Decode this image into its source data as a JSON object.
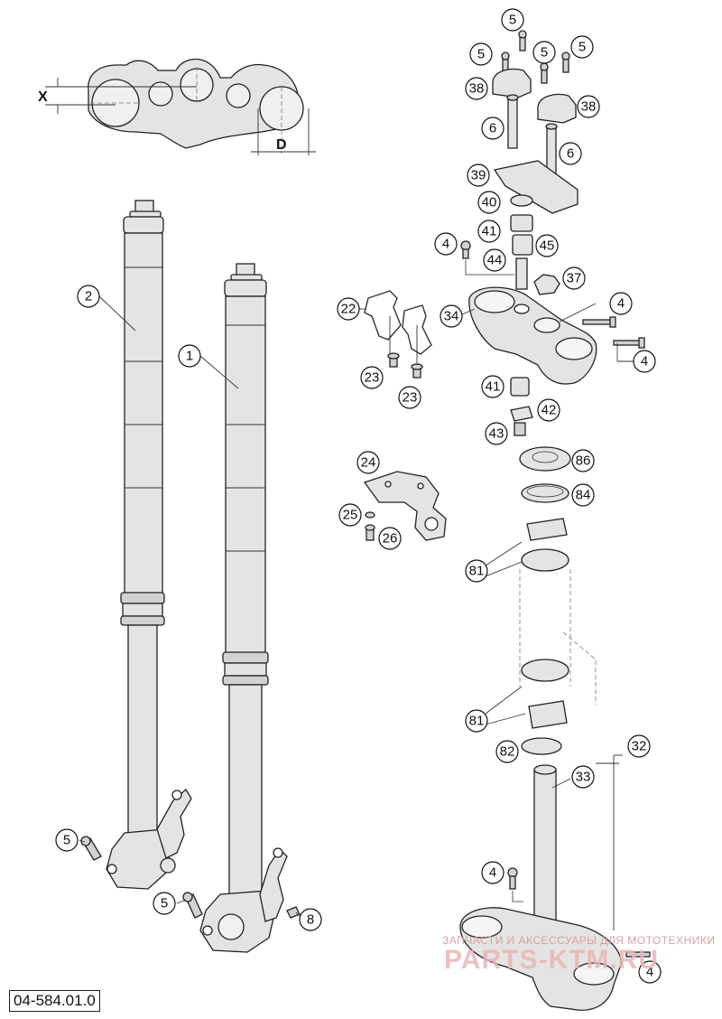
{
  "diagram_code": "04-584.01.0",
  "dimension_labels": {
    "x": "X",
    "d": "D"
  },
  "watermark": {
    "tagline": "ЗАПЧАСТИ И АКСЕССУАРЫ ДЛЯ МОТОТЕХНИКИ",
    "brand": "PARTS-KTM.RU"
  },
  "callouts": [
    {
      "id": "c5a",
      "label": "5"
    },
    {
      "id": "c5b",
      "label": "5"
    },
    {
      "id": "c5c",
      "label": "5"
    },
    {
      "id": "c5d",
      "label": "5"
    },
    {
      "id": "c38a",
      "label": "38"
    },
    {
      "id": "c38b",
      "label": "38"
    },
    {
      "id": "c6a",
      "label": "6"
    },
    {
      "id": "c6b",
      "label": "6"
    },
    {
      "id": "c39",
      "label": "39"
    },
    {
      "id": "c40",
      "label": "40"
    },
    {
      "id": "c41a",
      "label": "41"
    },
    {
      "id": "c45",
      "label": "45"
    },
    {
      "id": "c4a",
      "label": "4"
    },
    {
      "id": "c44",
      "label": "44"
    },
    {
      "id": "c37",
      "label": "37"
    },
    {
      "id": "c22",
      "label": "22"
    },
    {
      "id": "c34",
      "label": "34"
    },
    {
      "id": "c4b",
      "label": "4"
    },
    {
      "id": "c4c",
      "label": "4"
    },
    {
      "id": "c23a",
      "label": "23"
    },
    {
      "id": "c23b",
      "label": "23"
    },
    {
      "id": "c41b",
      "label": "41"
    },
    {
      "id": "c42",
      "label": "42"
    },
    {
      "id": "c43",
      "label": "43"
    },
    {
      "id": "c2",
      "label": "2"
    },
    {
      "id": "c1",
      "label": "1"
    },
    {
      "id": "c24",
      "label": "24"
    },
    {
      "id": "c86",
      "label": "86"
    },
    {
      "id": "c84",
      "label": "84"
    },
    {
      "id": "c25",
      "label": "25"
    },
    {
      "id": "c26",
      "label": "26"
    },
    {
      "id": "c81a",
      "label": "81"
    },
    {
      "id": "c81b",
      "label": "81"
    },
    {
      "id": "c82",
      "label": "82"
    },
    {
      "id": "c32",
      "label": "32"
    },
    {
      "id": "c33",
      "label": "33"
    },
    {
      "id": "c5e",
      "label": "5"
    },
    {
      "id": "c5f",
      "label": "5"
    },
    {
      "id": "c8",
      "label": "8"
    },
    {
      "id": "c4d",
      "label": "4"
    },
    {
      "id": "c4e",
      "label": "4"
    }
  ]
}
